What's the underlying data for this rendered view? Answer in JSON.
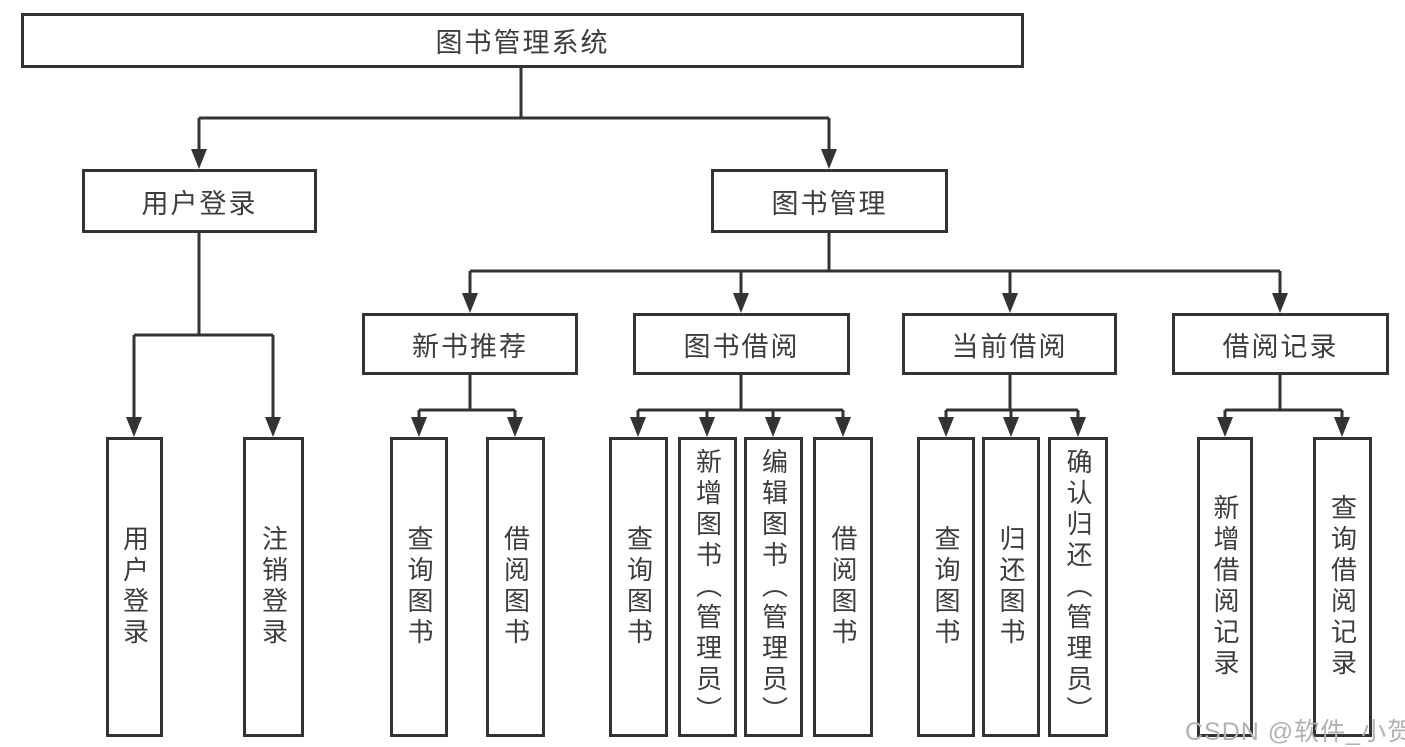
{
  "colors": {
    "line": "#333333",
    "text": "#3d3d3d",
    "box_background": "#ffffff",
    "page_background": "#ffffff",
    "watermark": "#b2b2b2"
  },
  "diagram": {
    "root": {
      "label": "图书管理系统"
    },
    "branches": [
      {
        "label": "用户登录",
        "children": [
          {
            "label": "用户登录"
          },
          {
            "label": "注销登录"
          }
        ]
      },
      {
        "label": "图书管理",
        "children": [
          {
            "label": "新书推荐",
            "children": [
              {
                "label": "查询图书"
              },
              {
                "label": "借阅图书"
              }
            ]
          },
          {
            "label": "图书借阅",
            "children": [
              {
                "label": "查询图书"
              },
              {
                "label": "新增图书（管理员）"
              },
              {
                "label": "编辑图书（管理员）"
              },
              {
                "label": "借阅图书"
              }
            ]
          },
          {
            "label": "当前借阅",
            "children": [
              {
                "label": "查询图书"
              },
              {
                "label": "归还图书"
              },
              {
                "label": "确认归还（管理员）"
              }
            ]
          },
          {
            "label": "借阅记录",
            "children": [
              {
                "label": "新增借阅记录"
              },
              {
                "label": "查询借阅记录"
              }
            ]
          }
        ]
      }
    ]
  },
  "watermark": {
    "text": "CSDN @软件_小贺同学"
  }
}
